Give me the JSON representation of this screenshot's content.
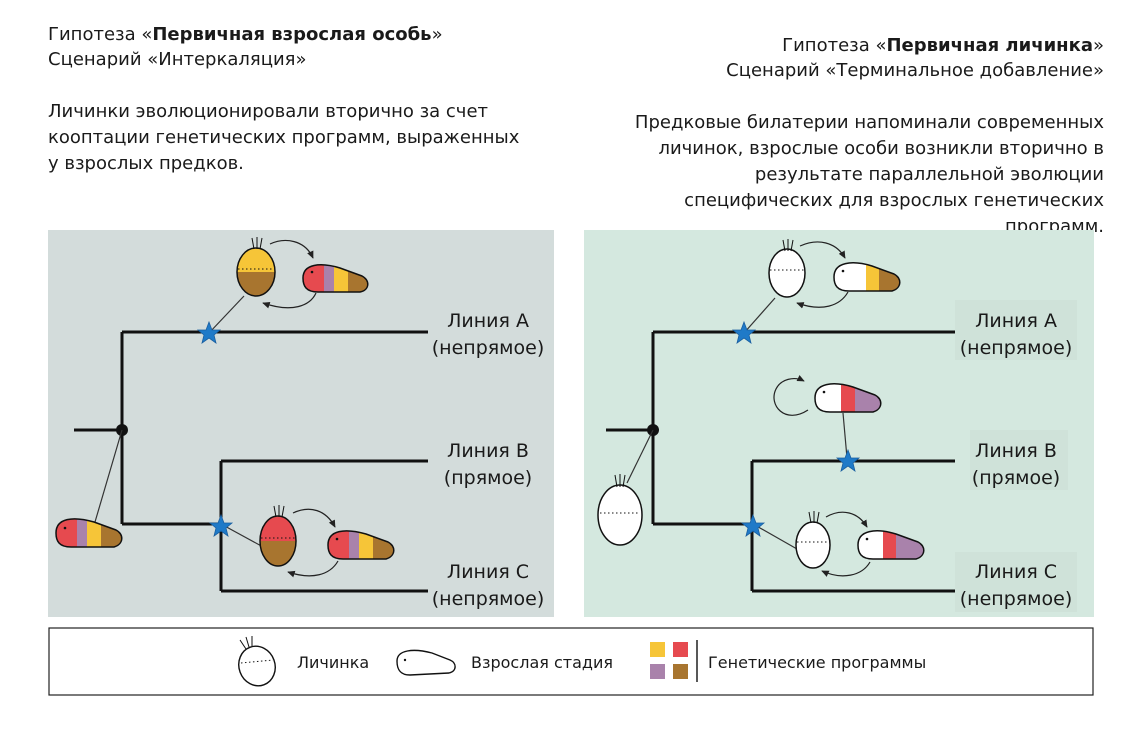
{
  "left": {
    "hypothesis_prefix": "Гипотеза «",
    "hypothesis_name": "Первичная взрослая особь",
    "hypothesis_suffix": "»",
    "scenario": "Сценарий «Интеркаляция»",
    "description": "Личинки эволюционировали вторично за счет кооптации генетических программ, выраженных у взрослых предков."
  },
  "right": {
    "hypothesis_prefix": "Гипотеза «",
    "hypothesis_name": "Первичная личинка",
    "hypothesis_suffix": "»",
    "scenario": "Сценарий «Терминальное добавление»",
    "description": "Предковые билатерии напоминали современных личинок, взрослые особи возникли вторично в результате параллельной эволюции специфических для взрослых генетических программ."
  },
  "lineages": {
    "a_name": "Линия A",
    "a_type": "(непрямое)",
    "b_name": "Линия B",
    "b_type": "(прямое)",
    "c_name": "Линия C",
    "c_type": "(непрямое)"
  },
  "legend": {
    "larva": "Личинка",
    "adult": "Взрослая стадия",
    "programs": "Генетические программы"
  },
  "colors": {
    "left_panel_bg": "#d3dcdb",
    "right_panel_bg": "#d4e8df",
    "star": "#1f7ac8",
    "program_yellow": "#f6c538",
    "program_red": "#e64a4f",
    "program_purple": "#a982ab",
    "program_brown": "#a8752f"
  }
}
